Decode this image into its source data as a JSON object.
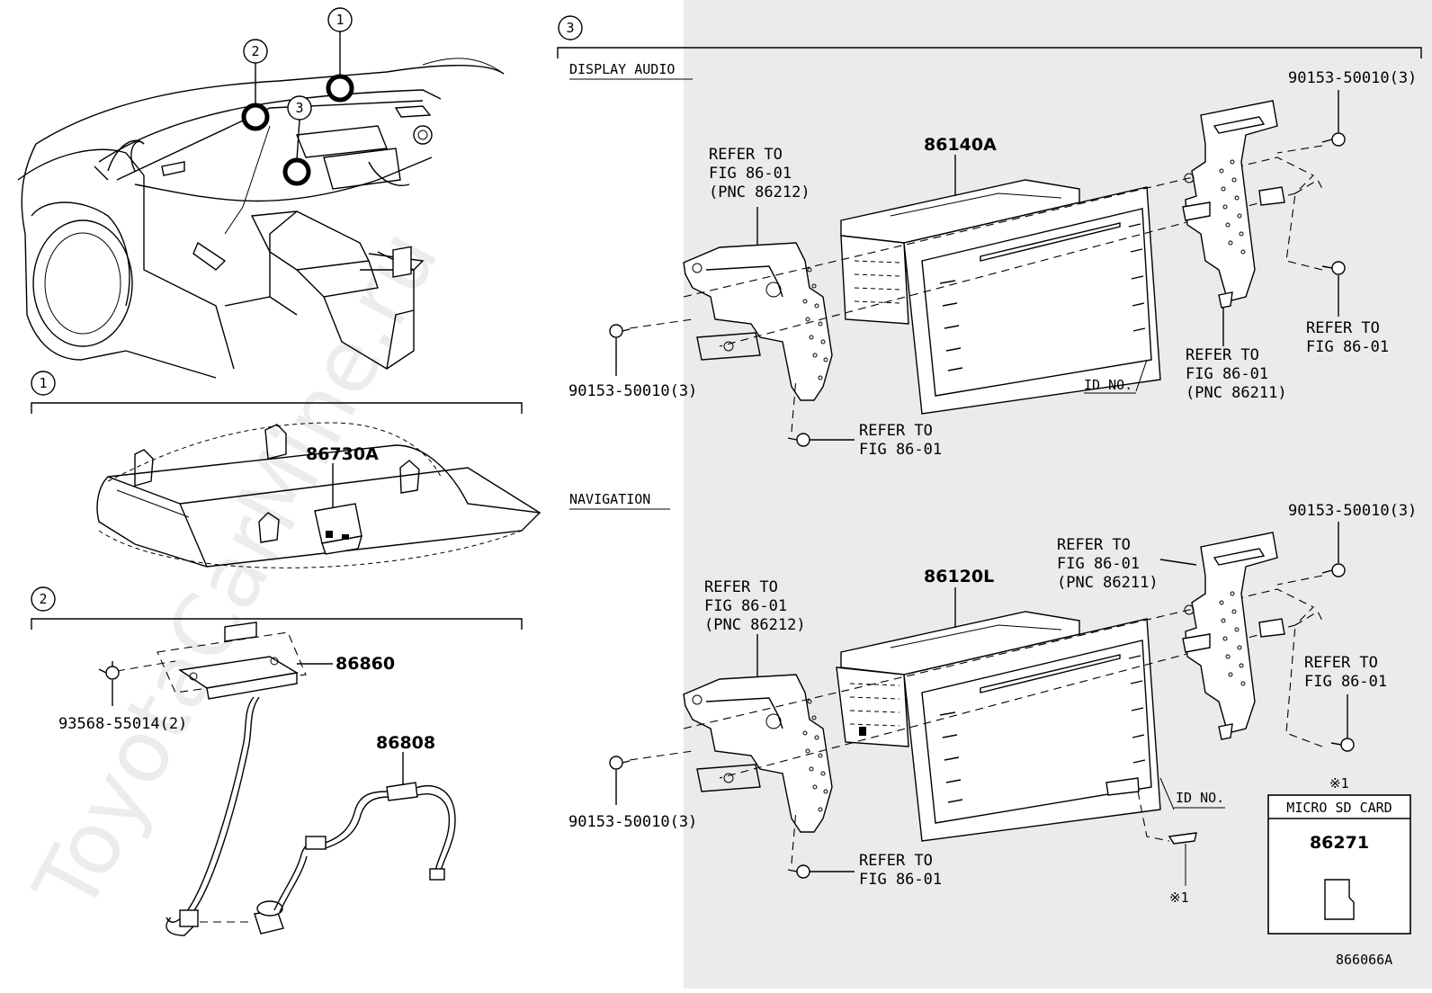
{
  "watermark": "ToyotaCarMine.ru",
  "sections": {
    "s1": "1",
    "s2": "2",
    "s3": "3"
  },
  "overview": {
    "callout_1": "1",
    "callout_2": "2",
    "callout_3": "3"
  },
  "part1": {
    "part_no": "86730A"
  },
  "part2": {
    "part_86860": "86860",
    "screw": "93568-55014(2)",
    "part_86808": "86808"
  },
  "display_audio": {
    "title": "DISPLAY AUDIO",
    "unit": "86140A",
    "screw_right": "90153-50010(3)",
    "screw_left": "90153-50010(3)",
    "ref_left": [
      "REFER TO",
      "FIG 86-01",
      "(PNC 86212)"
    ],
    "ref_right_bracket": [
      "REFER TO",
      "FIG 86-01",
      "(PNC 86211)"
    ],
    "ref_right_bolt": [
      "REFER TO",
      "FIG 86-01"
    ],
    "ref_bottom_bolt": [
      "REFER TO",
      "FIG 86-01"
    ],
    "id_no": "ID NO."
  },
  "navigation": {
    "title": "NAVIGATION",
    "unit": "86120L",
    "screw_right": "90153-50010(3)",
    "screw_left": "90153-50010(3)",
    "ref_left": [
      "REFER TO",
      "FIG 86-01",
      "(PNC 86212)"
    ],
    "ref_top_bracket": [
      "REFER TO",
      "FIG 86-01",
      "(PNC 86211)"
    ],
    "ref_right_bolt": [
      "REFER TO",
      "FIG 86-01"
    ],
    "ref_bottom_bolt": [
      "REFER TO",
      "FIG 86-01"
    ],
    "id_no": "ID NO.",
    "note_mark": "※1"
  },
  "sd_card": {
    "note_mark": "※1",
    "title": "MICRO SD CARD",
    "part_no": "86271"
  },
  "figure_code": "866066A"
}
